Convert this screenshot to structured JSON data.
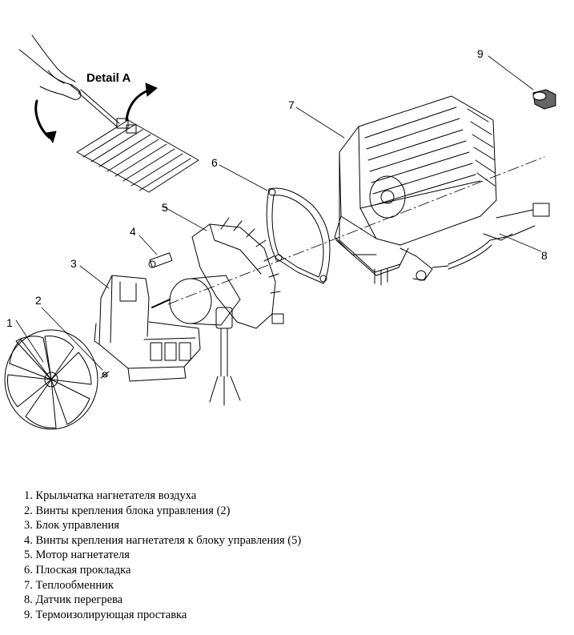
{
  "diagram": {
    "detail_title": "Detail A",
    "callouts": [
      "1",
      "2",
      "3",
      "4",
      "5",
      "6",
      "7",
      "8",
      "9"
    ]
  },
  "legend": {
    "items": [
      "1. Крыльчатка нагнетателя воздуха",
      "2. Винты крепления блока управления (2)",
      "3. Блок управления",
      "4. Винты крепления нагнетателя к блоку управления (5)",
      "5. Мотор нагнетателя",
      "6. Плоская прокладка",
      "7. Теплообменник",
      "8. Датчик перегрева",
      "9. Термоизолирующая проставка"
    ]
  }
}
